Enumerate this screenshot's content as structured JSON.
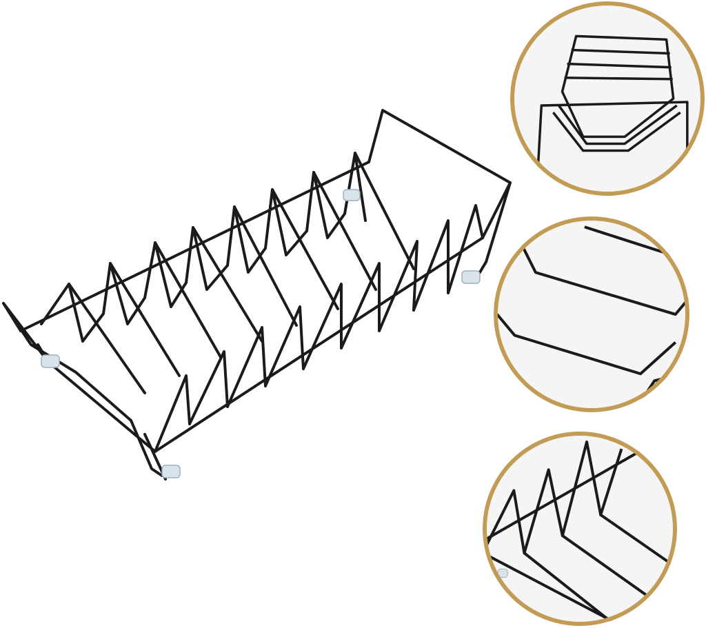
{
  "product": {
    "subject": "wire-dish-rack",
    "colors": {
      "wire": "#1b1b1b",
      "ring": "#c29b55",
      "background": "#ffffff",
      "foot": "#d8e3ea"
    },
    "details": [
      {
        "name": "detail-end-view"
      },
      {
        "name": "detail-wire-bend"
      },
      {
        "name": "detail-slot-dividers"
      }
    ]
  }
}
